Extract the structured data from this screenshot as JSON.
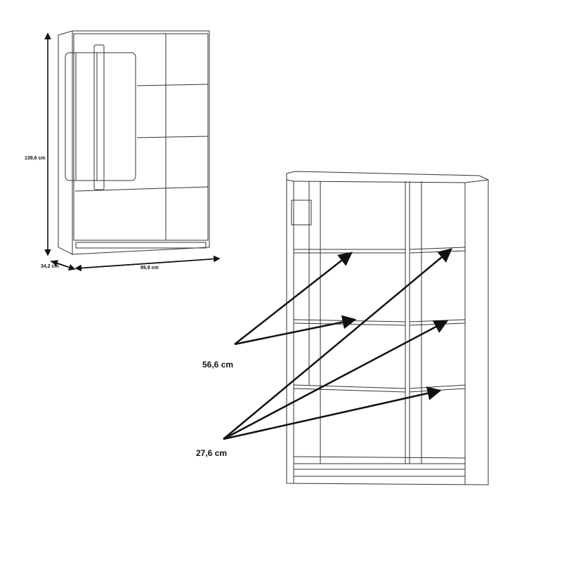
{
  "dimensions": {
    "height": "139,6 cm",
    "depth": "34,2 cm",
    "width": "89,9 cm"
  },
  "shelf_dimensions": {
    "large": "56,6 cm",
    "small": "27,6 cm"
  }
}
